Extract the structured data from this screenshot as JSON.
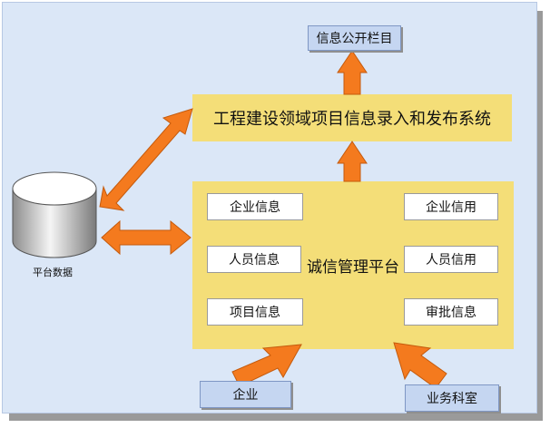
{
  "nodes": {
    "info_column": "信息公开栏目",
    "system": "工程建设领域项目信息录入和发布系统",
    "platform": "诚信管理平台",
    "enterprise_info": "企业信息",
    "enterprise_credit": "企业信用",
    "personnel_info": "人员信息",
    "personnel_credit": "人员信用",
    "project_info": "项目信息",
    "approval_info": "审批信息",
    "enterprise": "企业",
    "business_dept": "业务科室",
    "platform_data": "平台数据"
  },
  "colors": {
    "background": "#dbe7f7",
    "yellow": "#f4de78",
    "arrow": "#f47a1e",
    "blue_box": "#c5d6f1"
  }
}
